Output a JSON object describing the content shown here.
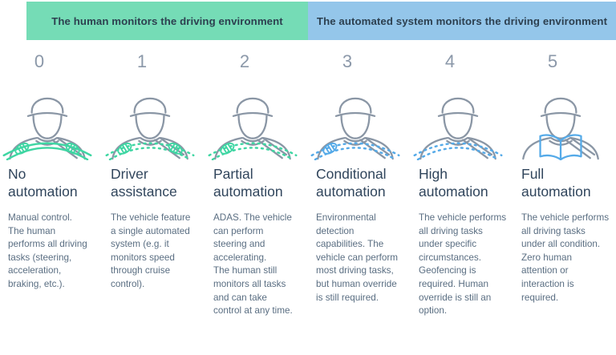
{
  "header": {
    "left_label": "The human monitors the driving environment",
    "right_label": "The automated system monitors the driving environment"
  },
  "colors": {
    "header_left_bg": "#75dcb6",
    "header_right_bg": "#94c6ea",
    "header_text": "#2d4050",
    "number": "#8b98a9",
    "title": "#30455c",
    "description": "#5a6e82",
    "person": "#8a96a5",
    "green_accent": "#3fd6a3",
    "blue_accent": "#55aae8"
  },
  "levels": [
    {
      "number": "0",
      "title": "No\nautomation",
      "description": "Manual control.\nThe human\nperforms all driving\ntasks (steering,\nacceleration,\nbraking, etc.).",
      "icon": {
        "name": "driver-both-hands-solid-wheel-icon",
        "wheel": "solid",
        "accent": "#3fd6a3",
        "hands": 2,
        "book": false
      }
    },
    {
      "number": "1",
      "title": "Driver\nassistance",
      "description": "The vehicle feature\na single automated\nsystem (e.g. it\nmonitors speed\nthrough cruise\ncontrol).",
      "icon": {
        "name": "driver-both-hands-dashed-wheel-icon",
        "wheel": "dashed",
        "accent": "#3fd6a3",
        "hands": 2,
        "book": false
      }
    },
    {
      "number": "2",
      "title": "Partial\nautomation",
      "description": "ADAS. The vehicle\ncan perform\nsteering and\naccelerating.\nThe human still\nmonitors all tasks\nand can take\ncontrol at any time.",
      "icon": {
        "name": "driver-one-hand-dashed-wheel-icon",
        "wheel": "dashed",
        "accent": "#3fd6a3",
        "hands": 1,
        "book": false
      }
    },
    {
      "number": "3",
      "title": "Conditional\nautomation",
      "description": "Environmental\ndetection\ncapabilities. The\nvehicle can perform\nmost driving tasks,\nbut human override\nis still required.",
      "icon": {
        "name": "driver-one-hand-dashed-wheel-icon",
        "wheel": "dashed",
        "accent": "#55aae8",
        "hands": 1,
        "book": false
      }
    },
    {
      "number": "4",
      "title": "High\nautomation",
      "description": "The vehicle performs\nall driving tasks\nunder specific\ncircumstances.\nGeofencing is\nrequired. Human\noverride is still an\noption.",
      "icon": {
        "name": "driver-hands-free-dashed-wheel-icon",
        "wheel": "dashed",
        "accent": "#55aae8",
        "hands": 0,
        "book": false
      }
    },
    {
      "number": "5",
      "title": "Full\nautomation",
      "description": "The vehicle performs\nall driving tasks\nunder all condition.\nZero human\nattention or\ninteraction is\nrequired.",
      "icon": {
        "name": "driver-reading-book-icon",
        "wheel": "none",
        "accent": "#55aae8",
        "hands": 0,
        "book": true
      }
    }
  ]
}
